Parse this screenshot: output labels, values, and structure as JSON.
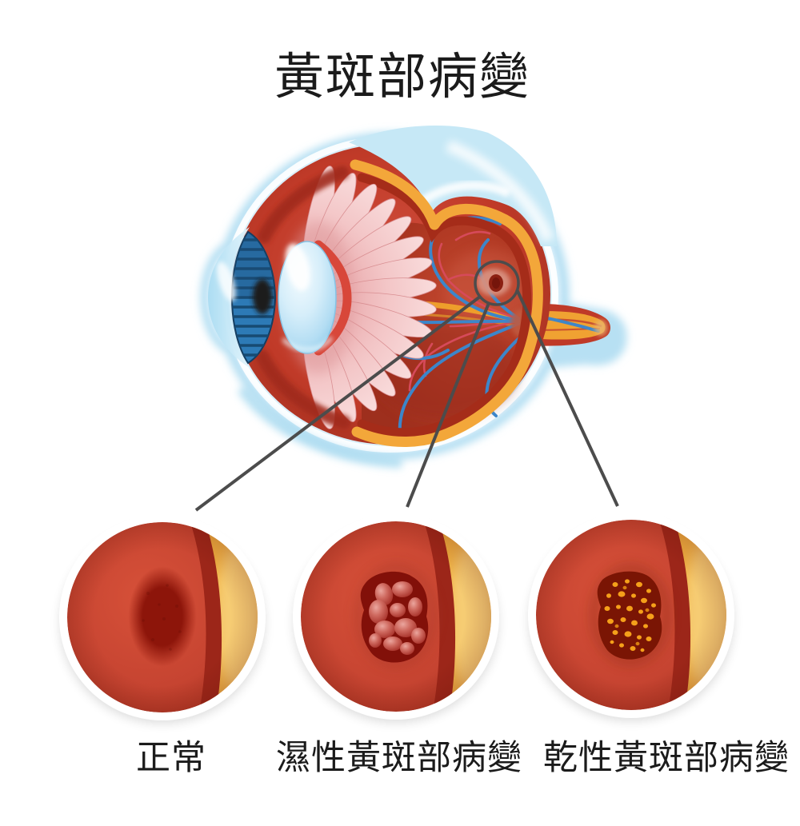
{
  "page": {
    "background": "#ffffff"
  },
  "header": {
    "title": "黃斑部病變"
  },
  "panels": [
    {
      "id": "normal",
      "label": "正常"
    },
    {
      "id": "wet-amd",
      "label": "濕性黃斑部病變"
    },
    {
      "id": "dry-amd",
      "label": "乾性黃斑部病變"
    }
  ],
  "icons": {
    "eye_diagram": "eye-cross-section-illustration",
    "magnifier_ring": "macula-zoom-circle",
    "callout_lines": "zoom-callout-lines"
  },
  "colors": {
    "outer_glow_blue": "#b7e0f3",
    "cornea_blue": "#cdeaf8",
    "sclera_wall_red": "#c8432f",
    "choroid_yellow": "#f3a73a",
    "dark_band_red": "#9c2619",
    "retina_red": "#c64431",
    "ciliary_pink": "#f3c9ca",
    "iris_blue": "#2d7ab6",
    "macula_dark": "#8d150a",
    "hemorrhage_red": "#821009",
    "drusen_yellow": "#f5a01a",
    "callout_line_gray": "#4c4c4c"
  }
}
